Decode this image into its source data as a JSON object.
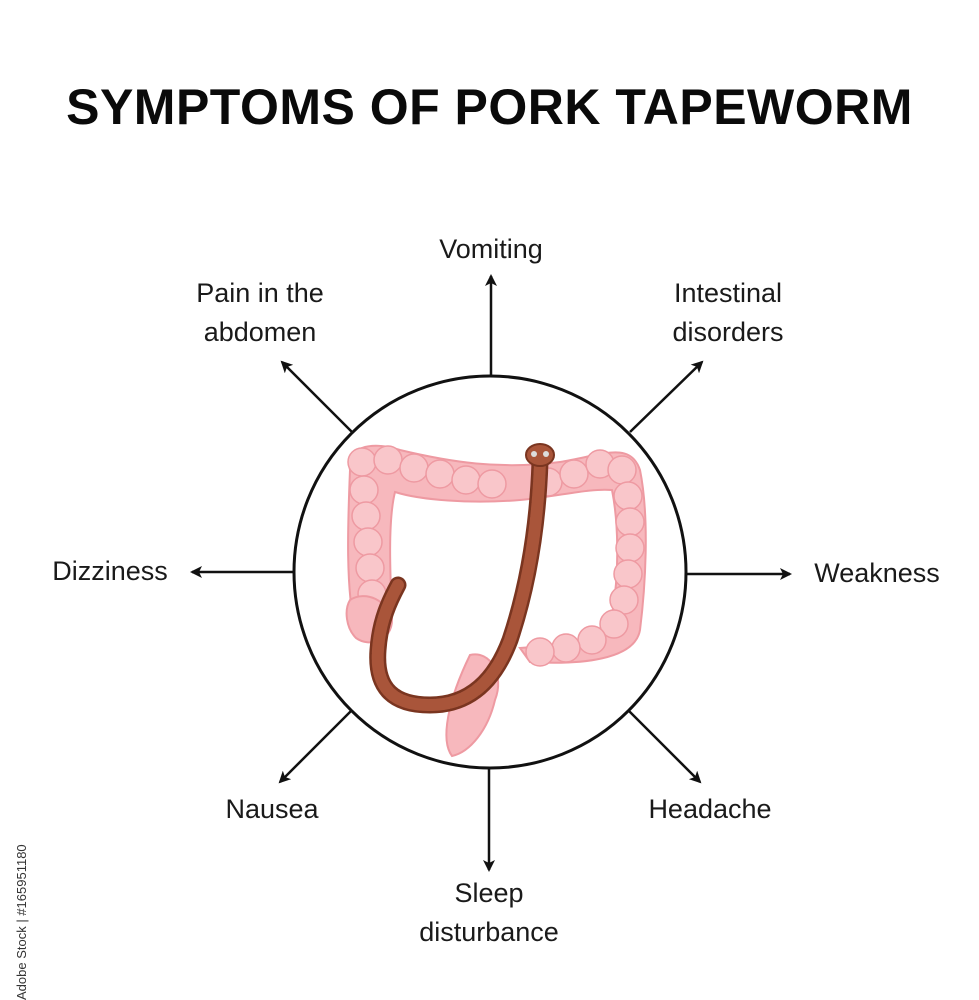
{
  "title": "SYMPTOMS OF PORK TAPEWORM",
  "symptoms": {
    "vomiting": [
      "Vomiting"
    ],
    "pain_abdomen": [
      "Pain in the",
      "abdomen"
    ],
    "intestinal": [
      "Intestinal",
      "disorders"
    ],
    "dizziness": [
      "Dizziness"
    ],
    "weakness": [
      "Weakness"
    ],
    "nausea": [
      "Nausea"
    ],
    "headache": [
      "Headache"
    ],
    "sleep": [
      "Sleep",
      "disturbance"
    ]
  },
  "credit": "Adobe Stock | #165951180",
  "colors": {
    "intestine": "#f7b8bd",
    "intestine_shade": "#ee9aa2",
    "worm": "#a9553a",
    "worm_dark": "#7a3520",
    "line": "#111111"
  }
}
